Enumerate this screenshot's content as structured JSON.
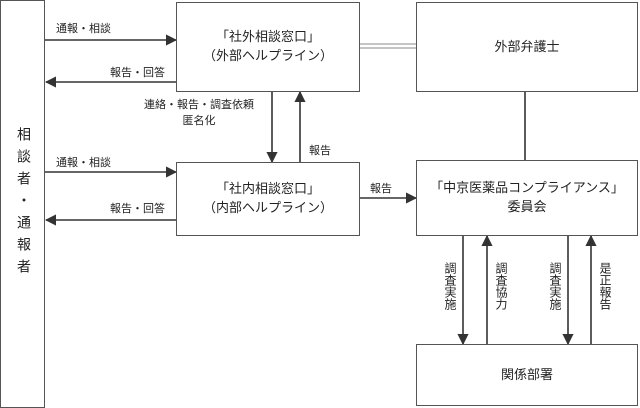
{
  "side": {
    "label": "相談者・通報者"
  },
  "boxes": {
    "external_window": {
      "line1": "「社外相談窓口」",
      "line2": "（外部ヘルプライン）"
    },
    "external_lawyer": {
      "line1": "外部弁護士"
    },
    "internal_window": {
      "line1": "「社内相談窓口」",
      "line2": "（内部ヘルプライン）"
    },
    "committee": {
      "line1": "「中京医薬品コンプライアンス」",
      "line2": "委員会"
    },
    "related_dept": {
      "line1": "関係部署"
    }
  },
  "edges": {
    "report_consult_1": "通報・相談",
    "report_reply_1": "報告・回答",
    "liaison": {
      "line1": "連絡・報告・調査依頼",
      "line2": "匿名化"
    },
    "report_up": "報告",
    "report_consult_2": "通報・相談",
    "report_reply_2": "報告・回答",
    "report_to_committee": "報告",
    "investigation_1": "調査実施",
    "cooperation": "調査協力",
    "investigation_2": "調査実施",
    "correction": "是正報告"
  }
}
